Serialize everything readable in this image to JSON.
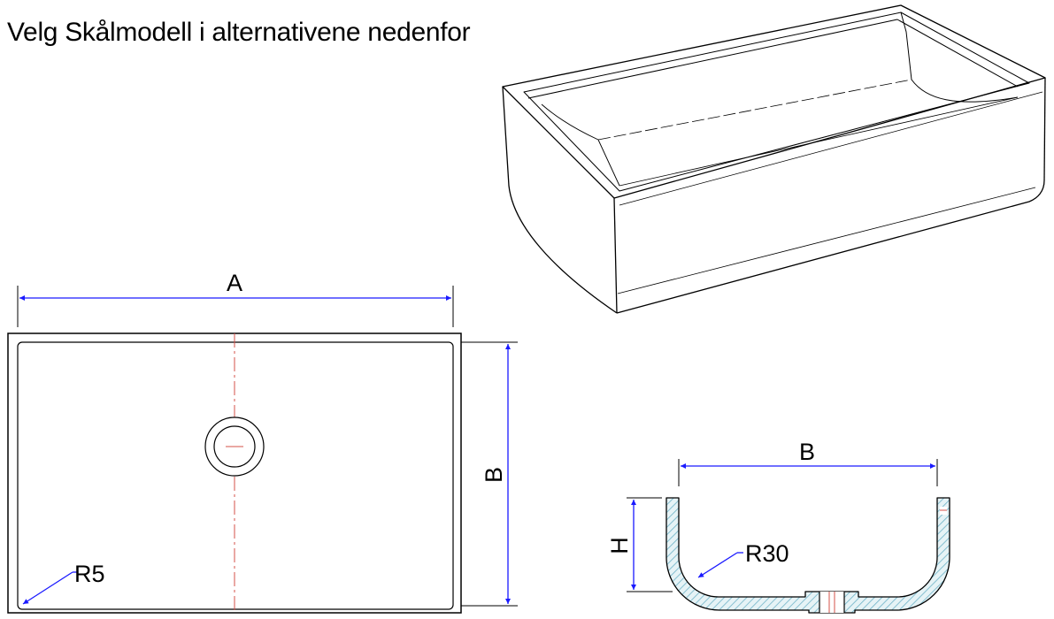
{
  "page": {
    "title": "Velg Skålmodell i alternativene nedenfor"
  },
  "drawing": {
    "colors": {
      "outline": "#000000",
      "dimension": "#1a1aff",
      "center_line": "#d4504a",
      "hatch": "#6fb3c8"
    },
    "top_view": {
      "width_label": "A",
      "depth_label": "B",
      "corner_radius_label": "R5"
    },
    "section_view": {
      "width_label": "B",
      "height_label": "H",
      "corner_radius_label": "R30"
    }
  }
}
